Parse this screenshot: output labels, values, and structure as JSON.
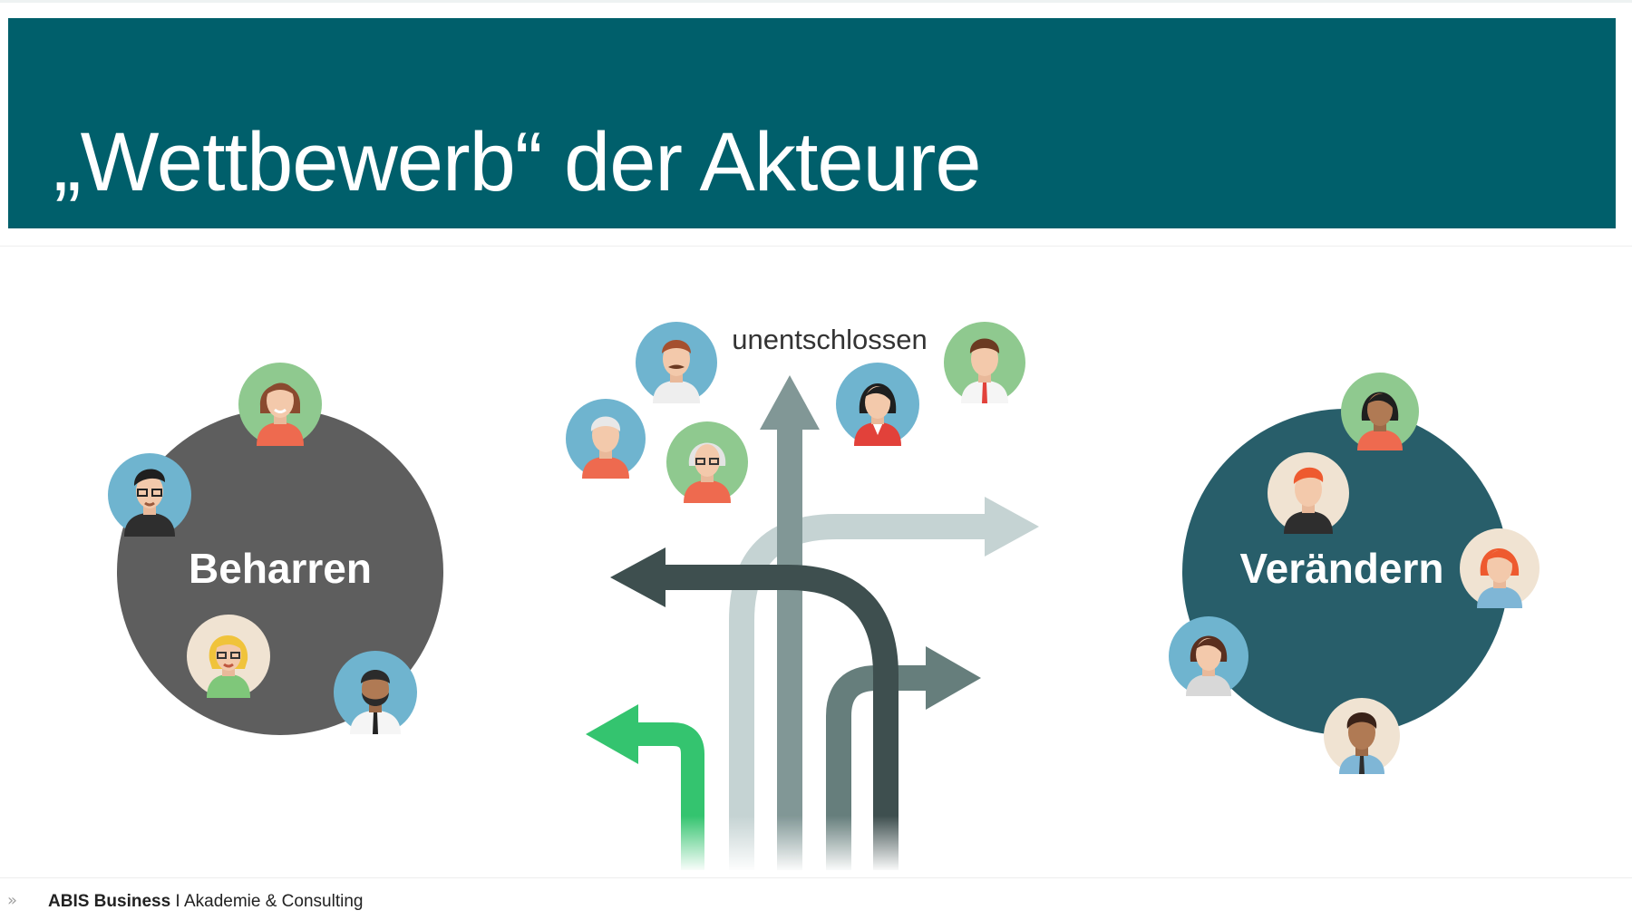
{
  "slide": {
    "title": "„Wettbewerb“ der Akteure"
  },
  "groups": {
    "left": {
      "label": "Beharren"
    },
    "middle": {
      "label": "unentschlossen"
    },
    "right": {
      "label": "Verändern"
    }
  },
  "footer": {
    "chevrons": "»",
    "brand": "ABIS Business",
    "separator": " I ",
    "tagline": "Akademie & Consulting"
  },
  "colors": {
    "title_band": "#005f6b",
    "left_circle": "#5e5e5e",
    "right_circle": "#285e6a",
    "arrow_green": "#34c46f",
    "arrow_dark": "#3e4f4f",
    "arrow_mid": "#6f8886",
    "arrow_light": "#c5d3d3"
  }
}
